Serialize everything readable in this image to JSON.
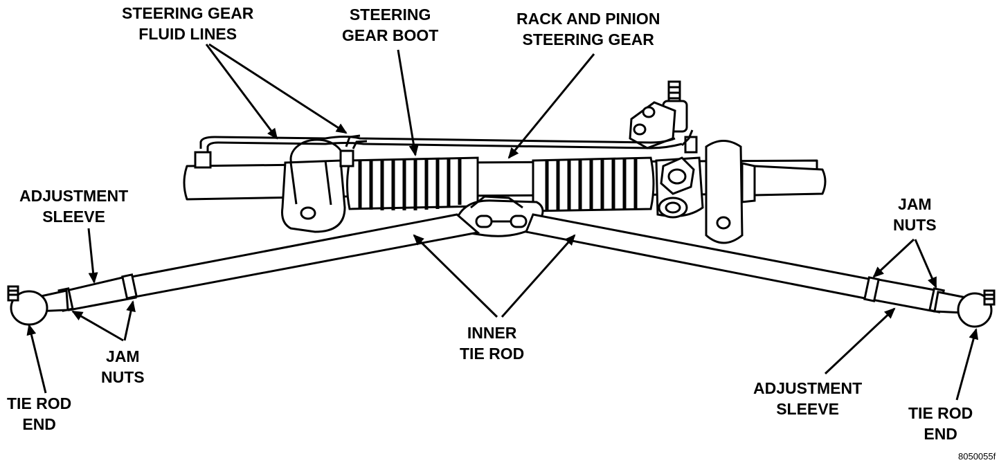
{
  "labels": {
    "steering_gear_fluid_lines": [
      "STEERING GEAR",
      "FLUID LINES"
    ],
    "steering_gear_boot": [
      "STEERING",
      "GEAR BOOT"
    ],
    "rack_and_pinion": [
      "RACK AND PINION",
      "STEERING GEAR"
    ],
    "adjustment_sleeve_left": [
      "ADJUSTMENT",
      "SLEEVE"
    ],
    "jam_nuts_right": [
      "JAM",
      "NUTS"
    ],
    "jam_nuts_left": [
      "JAM",
      "NUTS"
    ],
    "tie_rod_end_left": [
      "TIE ROD",
      "END"
    ],
    "inner_tie_rod": [
      "INNER",
      "TIE ROD"
    ],
    "adjustment_sleeve_right": [
      "ADJUSTMENT",
      "SLEEVE"
    ],
    "tie_rod_end_right": [
      "TIE ROD",
      "END"
    ]
  },
  "figure_id": "8050055f",
  "colors": {
    "ink": "#000000",
    "paper": "#ffffff"
  }
}
